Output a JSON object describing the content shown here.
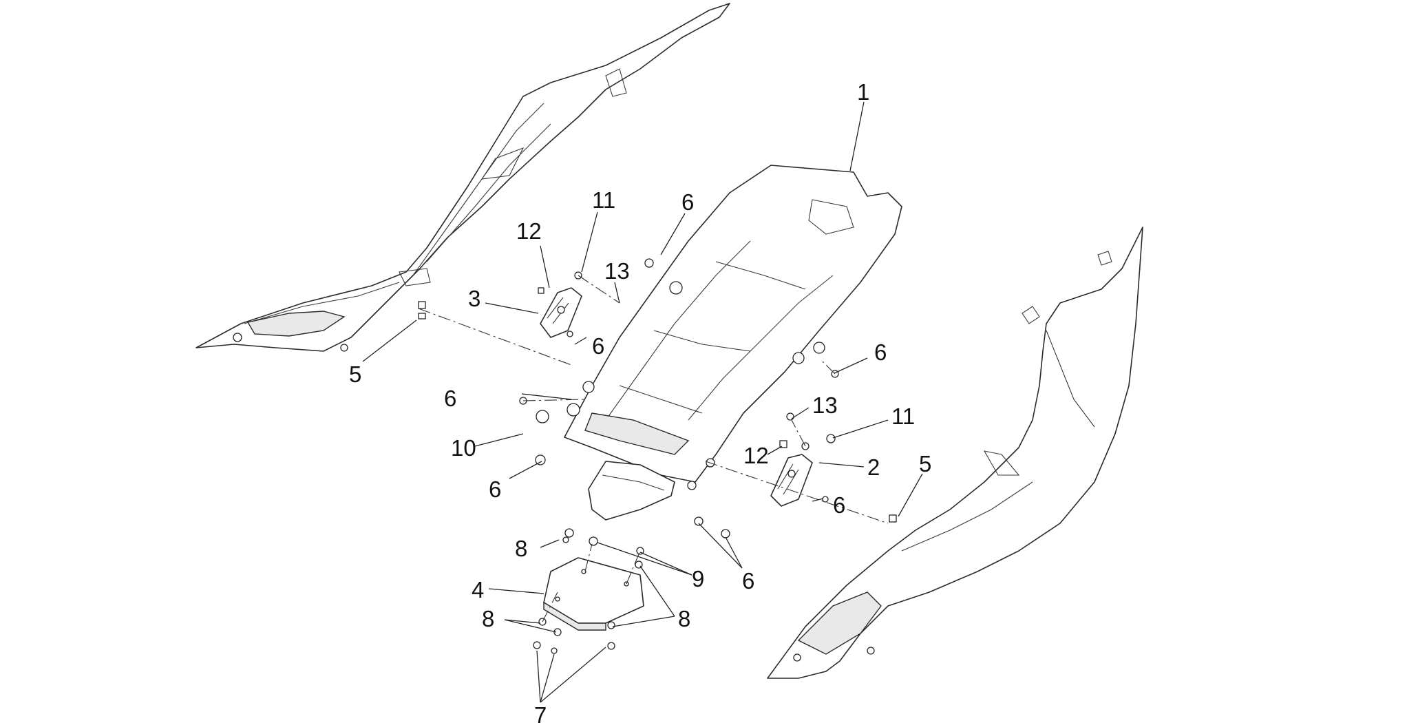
{
  "callouts": {
    "c1": "1",
    "c2": "2",
    "c3": "3",
    "c4": "4",
    "c5_left": "5",
    "c5_right": "5",
    "c6_top": "6",
    "c6_mid_left": "6",
    "c6_left": "6",
    "c6_low_left": "6",
    "c6_right": "6",
    "c6_mid_right": "6",
    "c6_bottom": "6",
    "c7": "7",
    "c8_top": "8",
    "c8_left": "8",
    "c8_right": "8",
    "c9": "9",
    "c10": "10",
    "c11_top": "11",
    "c11_right": "11",
    "c12_top": "12",
    "c12_right": "12",
    "c13_top": "13",
    "c13_right": "13"
  },
  "colors": {
    "line": "#2a2a2a",
    "background": "#ffffff"
  }
}
